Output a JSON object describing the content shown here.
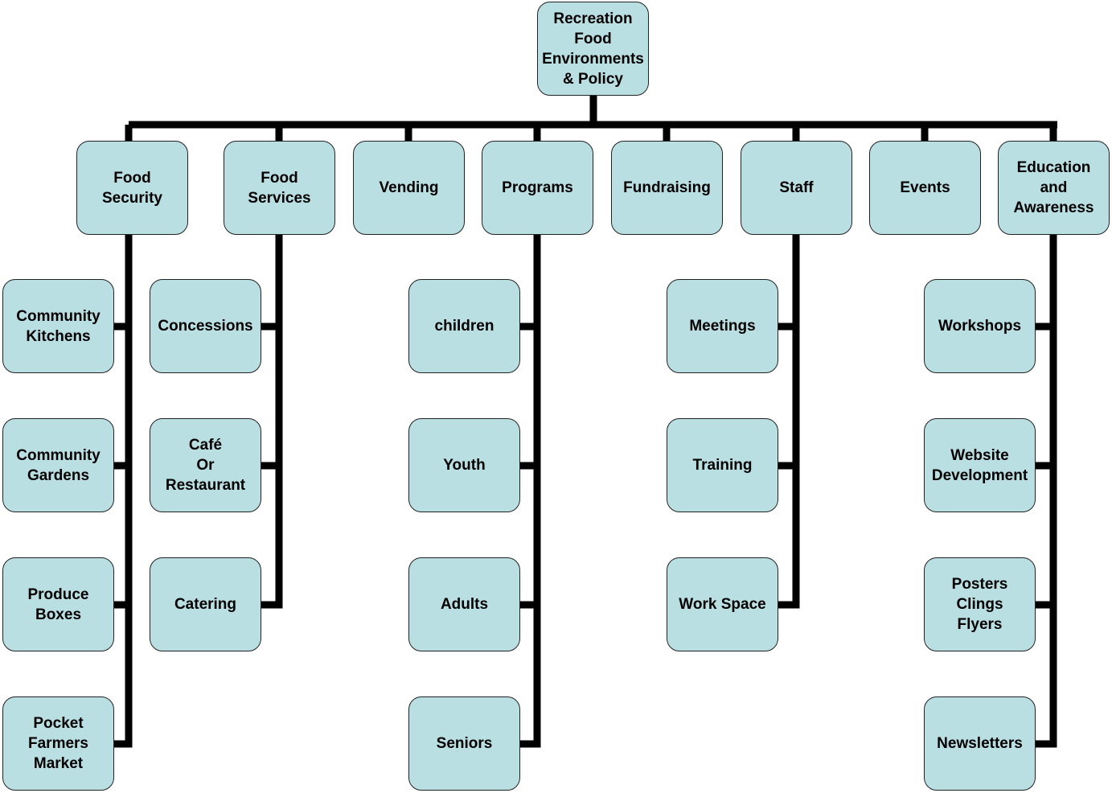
{
  "root": "Recreation\nFood\nEnvironments\n& Policy",
  "categories": [
    {
      "label": "Food\nSecurity",
      "children": [
        "Community\nKitchens",
        "Community\nGardens",
        "Produce\nBoxes",
        "Pocket\nFarmers\nMarket"
      ]
    },
    {
      "label": "Food\nServices",
      "children": [
        "Concessions",
        "Café\nOr\nRestaurant",
        "Catering"
      ]
    },
    {
      "label": "Vending",
      "children": []
    },
    {
      "label": "Programs",
      "children": [
        "children",
        "Youth",
        "Adults",
        "Seniors"
      ]
    },
    {
      "label": "Fundraising",
      "children": []
    },
    {
      "label": "Staff",
      "children": [
        "Meetings",
        "Training",
        "Work Space"
      ]
    },
    {
      "label": "Events",
      "children": []
    },
    {
      "label": "Education\nand\nAwareness",
      "children": [
        "Workshops",
        "Website\nDevelopment",
        "Posters\nClings\nFlyers",
        "Newsletters"
      ]
    }
  ],
  "colors": {
    "box_fill": "#b9dfe3",
    "line": "#000000"
  }
}
